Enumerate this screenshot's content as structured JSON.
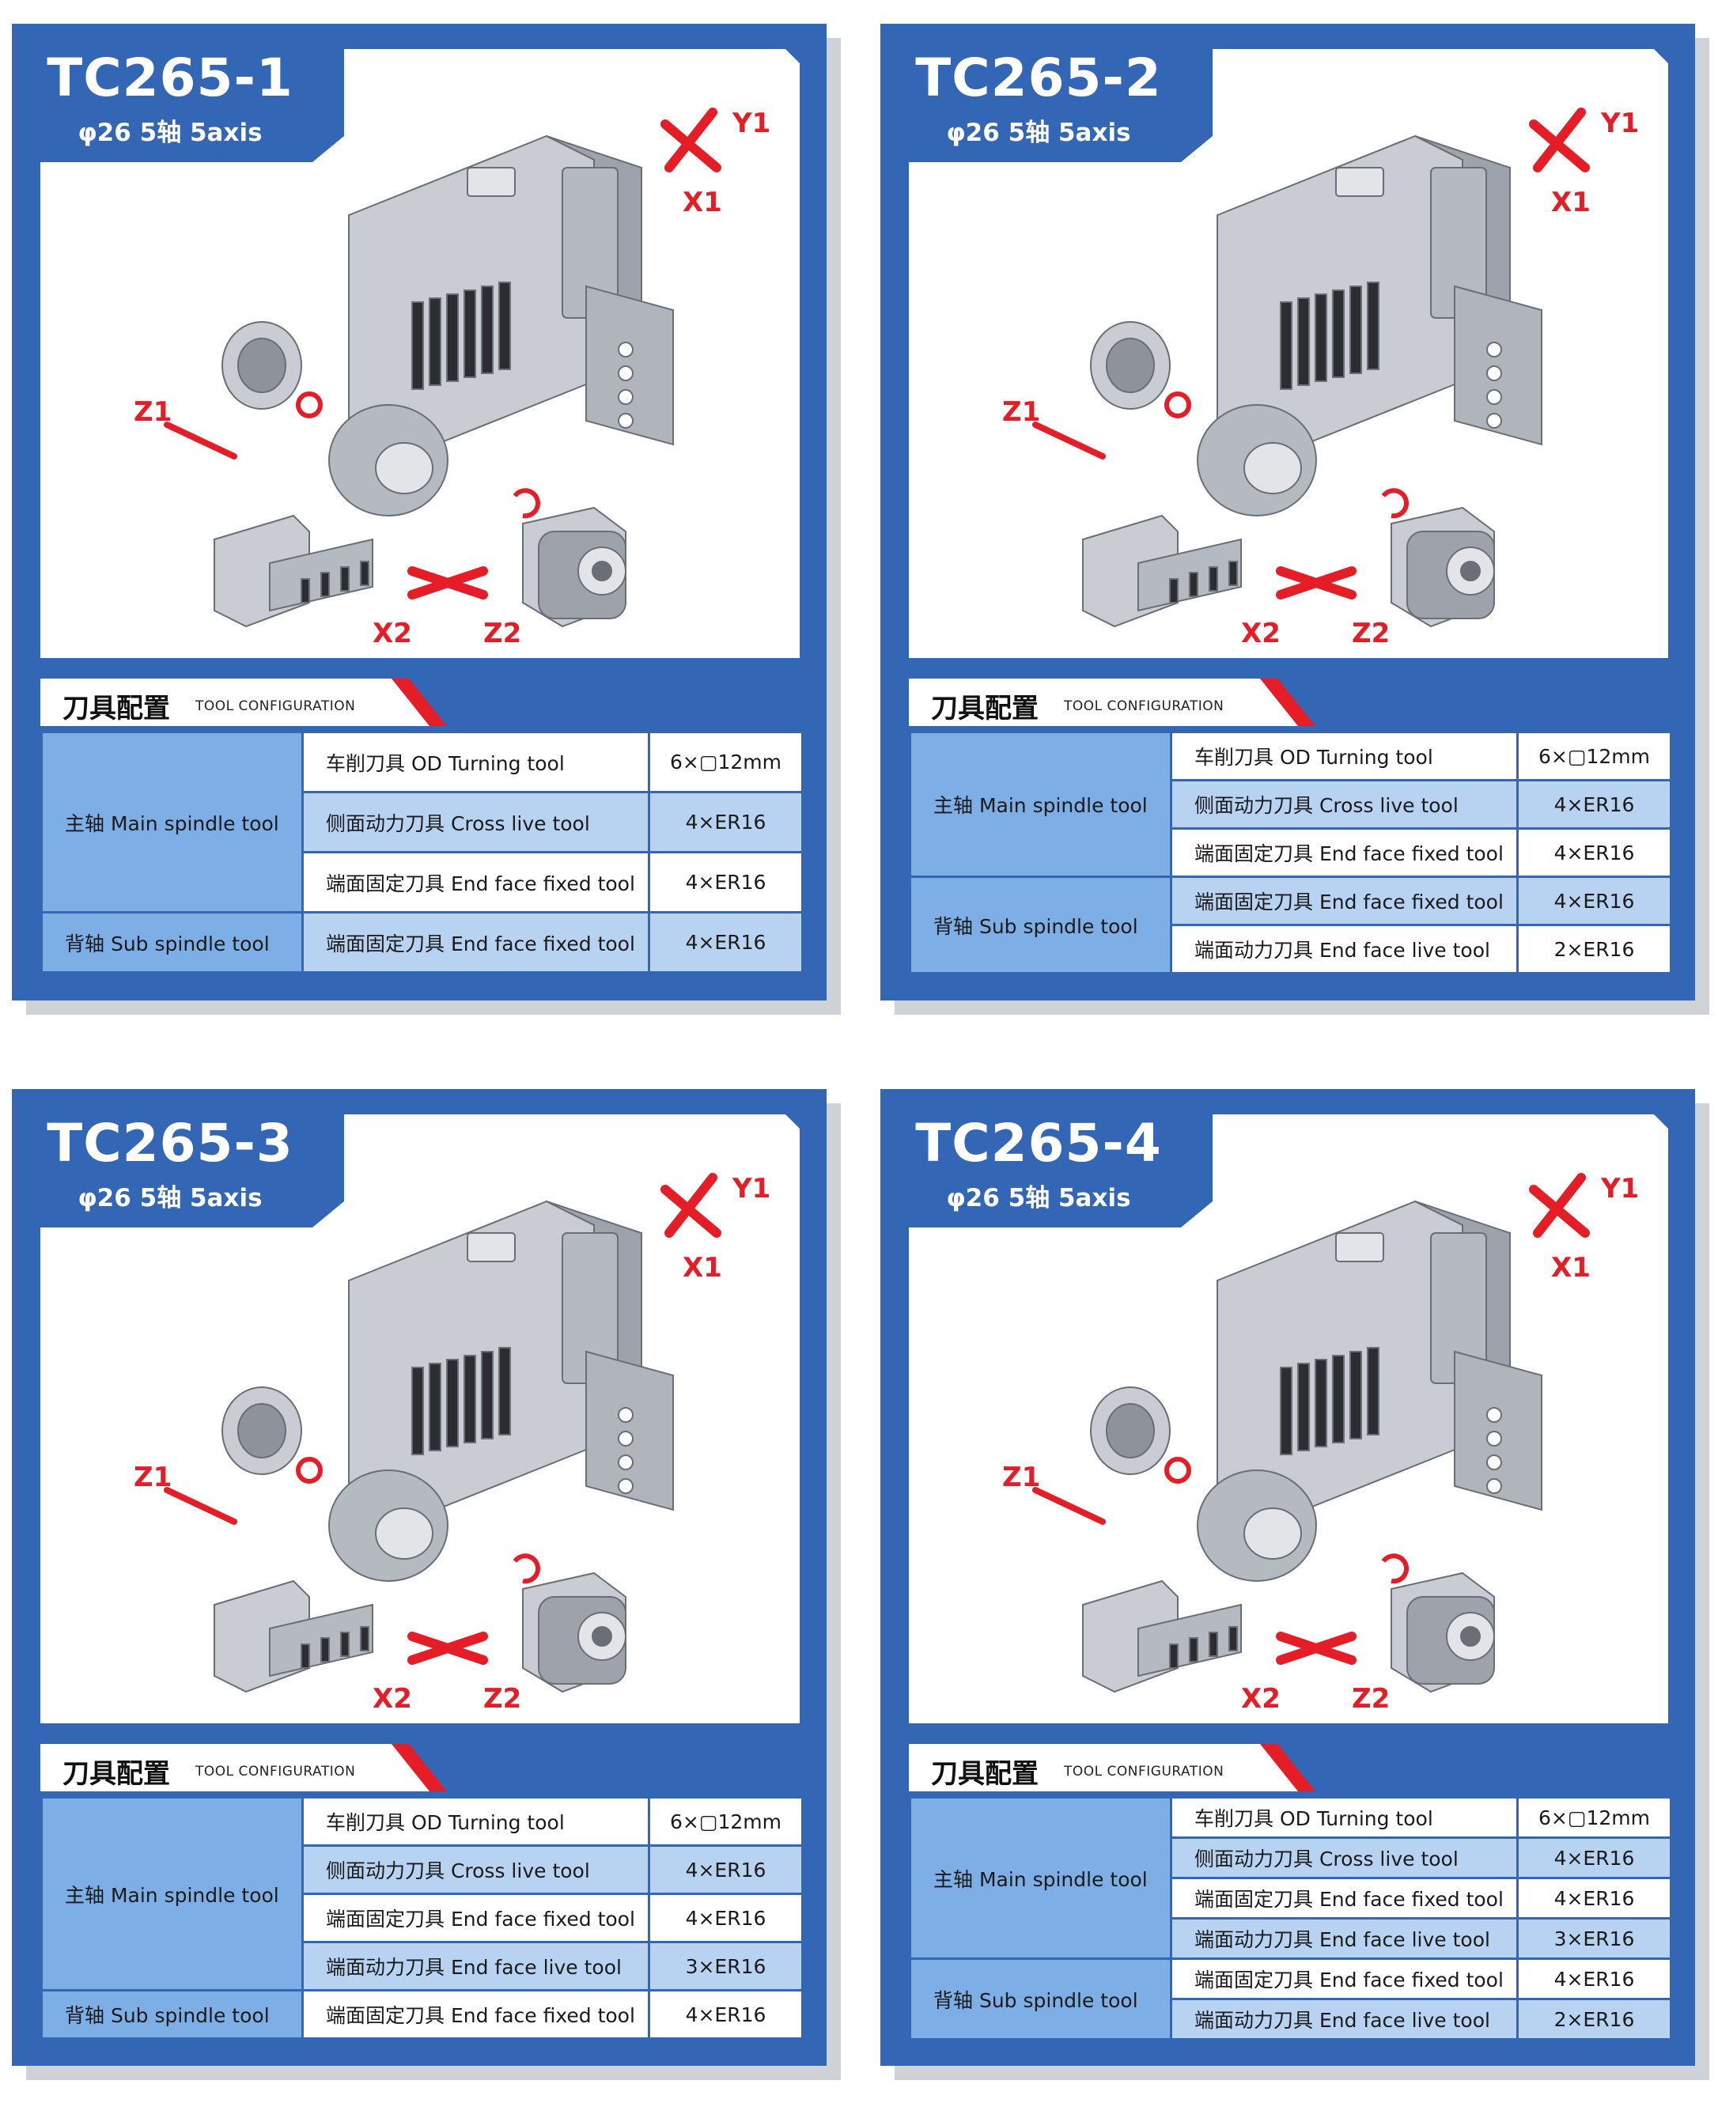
{
  "config_header": {
    "title_cn": "刀具配置",
    "title_en": "TOOL CONFIGURATION"
  },
  "colors": {
    "card_blue": "#3366b4",
    "accent_red": "#e41d26",
    "category_blue": "#7dafe6",
    "row_light_blue": "#b8d3f2"
  },
  "axis_labels": {
    "x1": "X1",
    "y1": "Y1",
    "z1": "Z1",
    "x2": "X2",
    "z2": "Z2"
  },
  "cards": [
    {
      "model": "TC265-1",
      "subtitle": "φ26 5轴 5axis",
      "groups": [
        {
          "category": "主轴 Main spindle tool",
          "rows": [
            {
              "tool": "车削刀具 OD Turning tool",
              "qty": "6×▢12mm"
            },
            {
              "tool": "侧面动力刀具 Cross live tool",
              "qty": "4×ER16"
            },
            {
              "tool": "端面固定刀具 End face fixed tool",
              "qty": "4×ER16"
            }
          ]
        },
        {
          "category": "背轴 Sub spindle tool",
          "rows": [
            {
              "tool": "端面固定刀具 End face fixed tool",
              "qty": "4×ER16"
            }
          ]
        }
      ]
    },
    {
      "model": "TC265-2",
      "subtitle": "φ26 5轴 5axis",
      "groups": [
        {
          "category": "主轴 Main spindle tool",
          "rows": [
            {
              "tool": "车削刀具 OD Turning tool",
              "qty": "6×▢12mm"
            },
            {
              "tool": "侧面动力刀具 Cross live tool",
              "qty": "4×ER16"
            },
            {
              "tool": "端面固定刀具 End face fixed tool",
              "qty": "4×ER16"
            }
          ]
        },
        {
          "category": "背轴 Sub spindle tool",
          "rows": [
            {
              "tool": "端面固定刀具 End face fixed tool",
              "qty": "4×ER16"
            },
            {
              "tool": "端面动力刀具 End face live tool",
              "qty": "2×ER16"
            }
          ]
        }
      ]
    },
    {
      "model": "TC265-3",
      "subtitle": "φ26 5轴 5axis",
      "groups": [
        {
          "category": "主轴 Main spindle tool",
          "rows": [
            {
              "tool": "车削刀具 OD Turning tool",
              "qty": "6×▢12mm"
            },
            {
              "tool": "侧面动力刀具 Cross live tool",
              "qty": "4×ER16"
            },
            {
              "tool": "端面固定刀具 End face fixed tool",
              "qty": "4×ER16"
            },
            {
              "tool": "端面动力刀具 End face live tool",
              "qty": "3×ER16"
            }
          ]
        },
        {
          "category": "背轴 Sub spindle tool",
          "rows": [
            {
              "tool": "端面固定刀具 End face fixed tool",
              "qty": "4×ER16"
            }
          ]
        }
      ]
    },
    {
      "model": "TC265-4",
      "subtitle": "φ26 5轴 5axis",
      "groups": [
        {
          "category": "主轴 Main spindle tool",
          "rows": [
            {
              "tool": "车削刀具 OD Turning tool",
              "qty": "6×▢12mm"
            },
            {
              "tool": "侧面动力刀具 Cross live tool",
              "qty": "4×ER16"
            },
            {
              "tool": "端面固定刀具 End face fixed tool",
              "qty": "4×ER16"
            },
            {
              "tool": "端面动力刀具 End face live tool",
              "qty": "3×ER16"
            }
          ]
        },
        {
          "category": "背轴 Sub spindle tool",
          "rows": [
            {
              "tool": "端面固定刀具 End face fixed tool",
              "qty": "4×ER16"
            },
            {
              "tool": "端面动力刀具 End face live tool",
              "qty": "2×ER16"
            }
          ]
        }
      ]
    }
  ]
}
